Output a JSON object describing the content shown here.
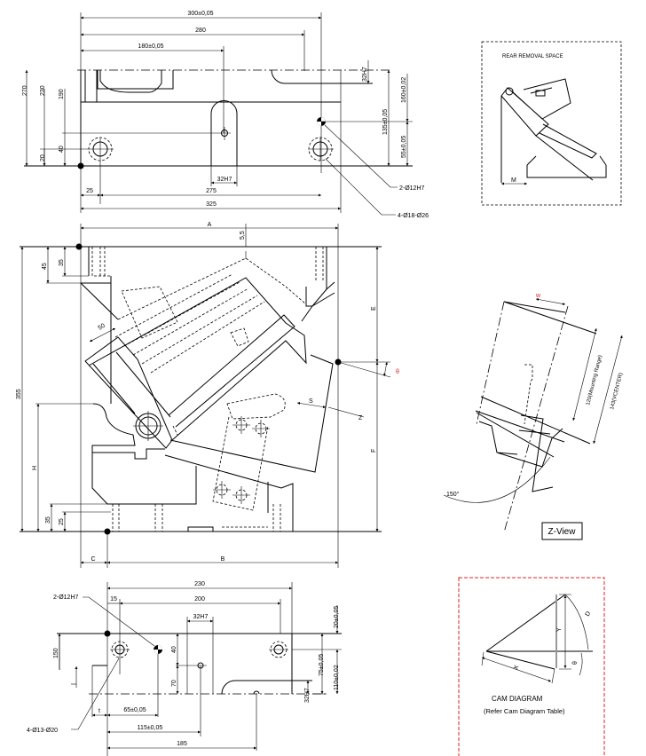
{
  "top_view": {
    "dims": {
      "d300": "300±0,05",
      "d280": "280",
      "d180": "180±0,05",
      "d270": "270",
      "d230": "230",
      "d190": "190",
      "d20": "20",
      "d40": "40",
      "d32h7_right": "32H7",
      "d135": "135±0,05",
      "d160": "160±0,02",
      "d55": "55±0,05",
      "d32h7_bottom": "32H7",
      "d25": "25",
      "d275": "275",
      "d325": "325"
    },
    "callouts": {
      "pin": "2-Ø12H7",
      "holes": "4-Ø18-Ø26"
    }
  },
  "rear_removal": {
    "title": "REAR REMOVAL SPACE",
    "dim_m": "M"
  },
  "front_view": {
    "dims": {
      "a": "A",
      "d5_5": "5,5",
      "d355": "355",
      "d45": "45",
      "d35_top": "35",
      "d50": "50",
      "h": "H",
      "d35_bottom": "35",
      "d25": "25",
      "e": "E",
      "f": "F",
      "theta": "θ",
      "s": "S",
      "z": "Z",
      "c": "C",
      "b": "B"
    }
  },
  "z_view": {
    "w": "w",
    "mounting": "120(Mounting Range)",
    "vcenter": "143(VCENTER)",
    "angle": "150°",
    "label": "Z-View"
  },
  "bottom_view": {
    "dims": {
      "d230": "230",
      "d15": "15",
      "d200": "200",
      "d32h7_top": "32H7",
      "d150": "150",
      "d40": "40",
      "d70": "70",
      "t": "t",
      "d65": "65±0,05",
      "d115": "115±0,05",
      "d185": "185",
      "d20": "20±0,05",
      "d75": "75±0,05",
      "d110": "110±0,02",
      "d32h7_right": "32H7"
    },
    "callouts": {
      "pin": "2-Ø12H7",
      "holes": "4-Ø13-Ø20"
    }
  },
  "cam_diagram": {
    "title": "CAM DIAGRAM",
    "subtitle": "(Refer Cam Diagram Table)",
    "x": "X",
    "y": "Y",
    "theta": "θ",
    "d": "D"
  },
  "colors": {
    "accent_red": "#e02020"
  }
}
